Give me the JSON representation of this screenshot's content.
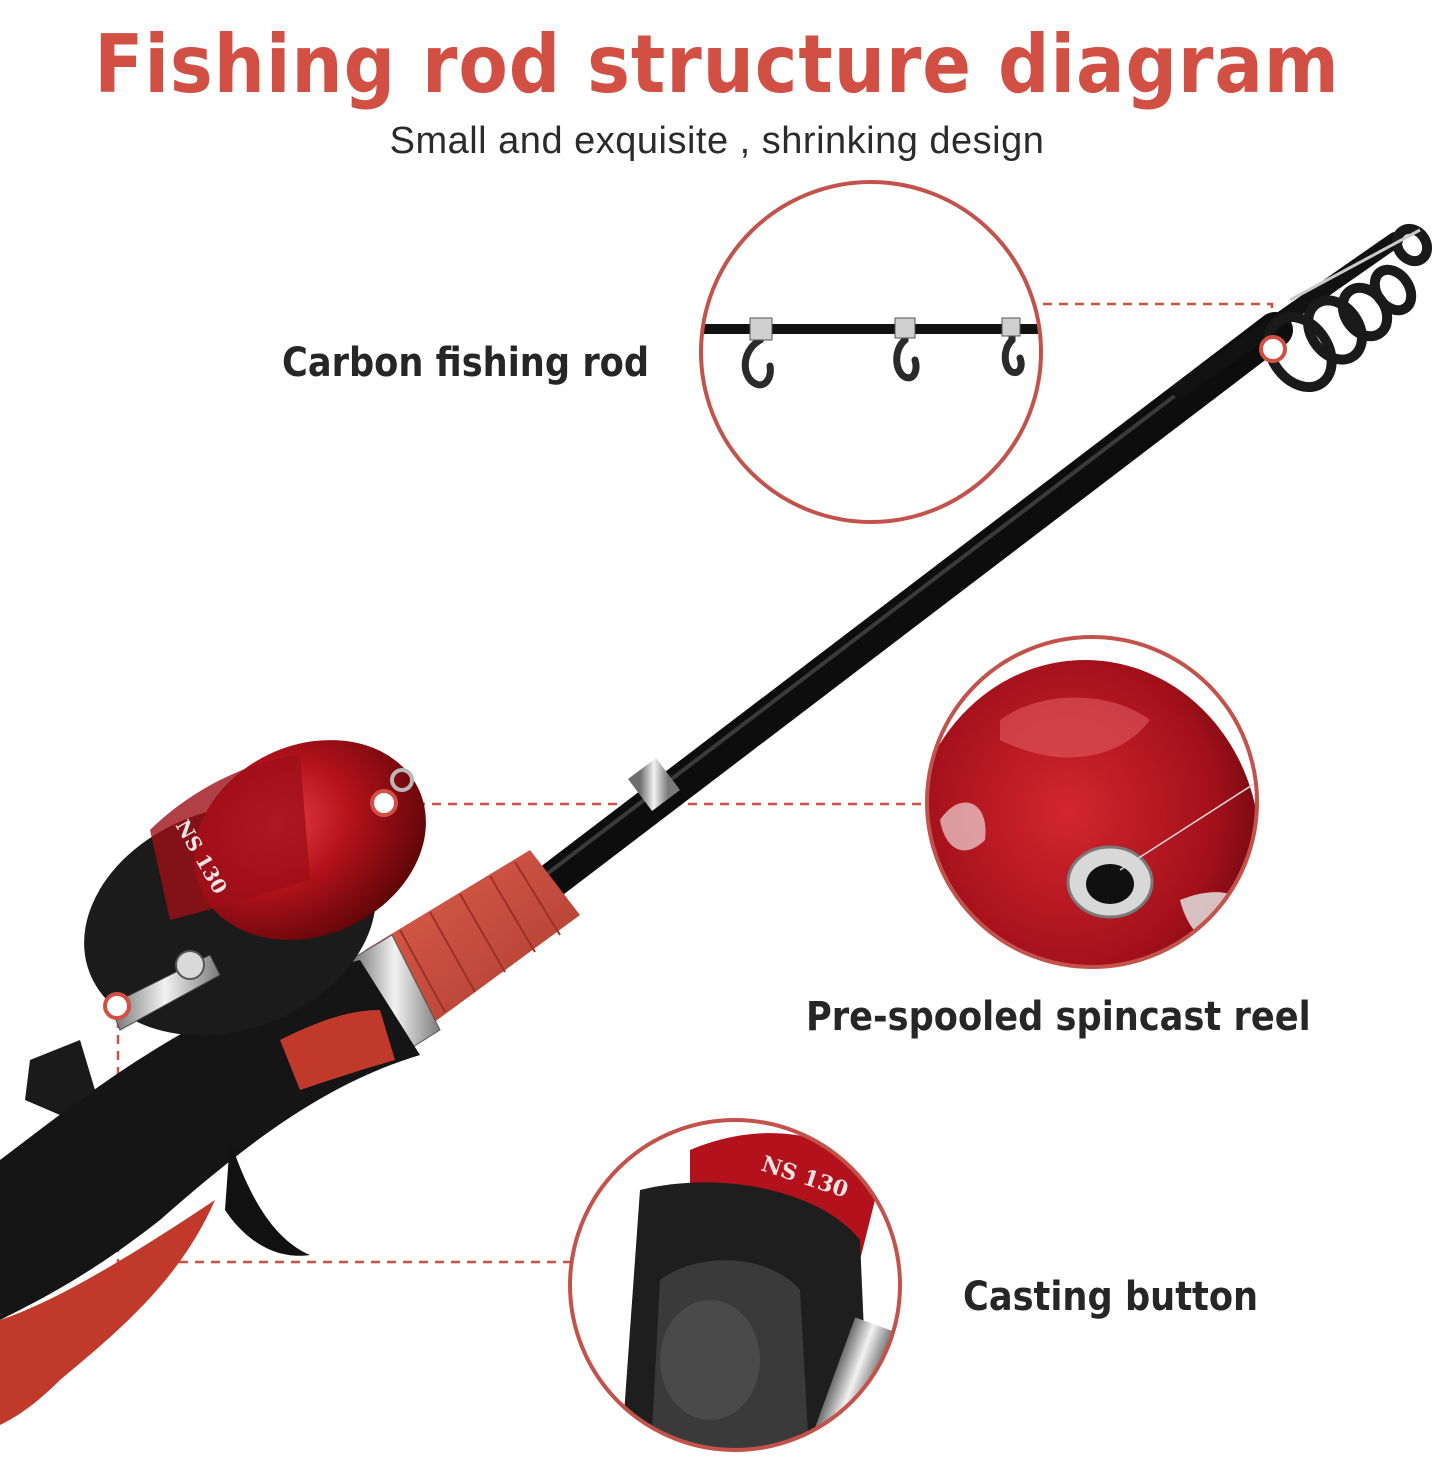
{
  "header": {
    "title": "Fishing rod structure diagram",
    "subtitle": "Small and exquisite , shrinking design"
  },
  "callouts": [
    {
      "label": "Carbon fishing rod"
    },
    {
      "label": "Pre-spooled spincast reel"
    },
    {
      "label": "Casting button"
    }
  ],
  "product": {
    "reel_marking": "NS 130"
  },
  "colors": {
    "accent": "#d24f43",
    "reel_red": "#b5121b",
    "rod_black": "#111111",
    "grip_red": "#c8473a",
    "text_dark": "#262626"
  }
}
